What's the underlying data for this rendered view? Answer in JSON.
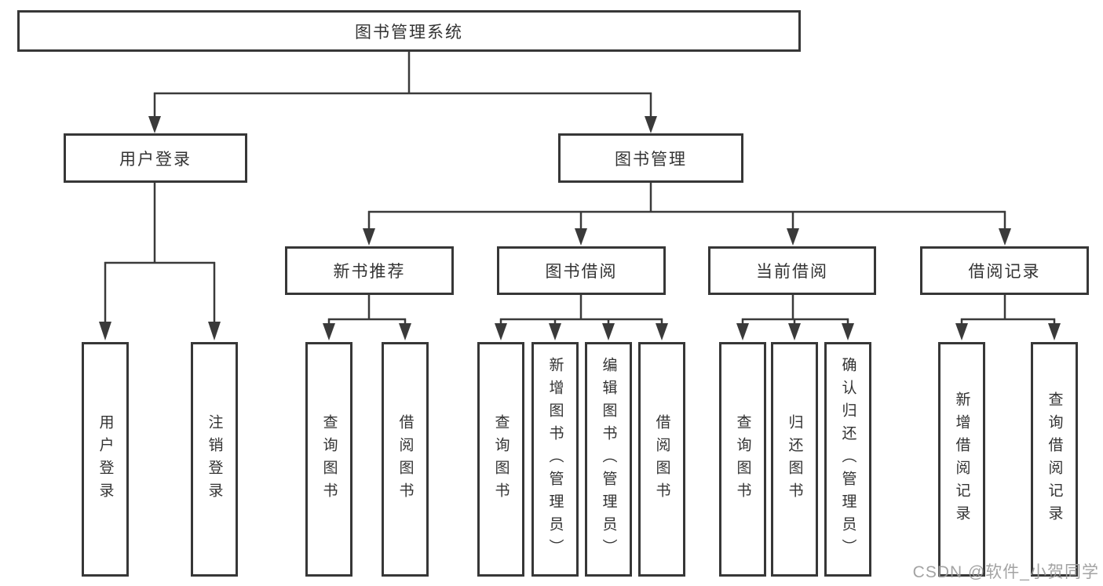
{
  "tree": {
    "root": {
      "label": "图书管理系统"
    },
    "children": [
      {
        "label": "用户登录",
        "children": [
          {
            "label": "用户登录"
          },
          {
            "label": "注销登录"
          }
        ]
      },
      {
        "label": "图书管理",
        "children": [
          {
            "label": "新书推荐",
            "children": [
              {
                "label": "查询图书"
              },
              {
                "label": "借阅图书"
              }
            ]
          },
          {
            "label": "图书借阅",
            "children": [
              {
                "label": "查询图书"
              },
              {
                "label": "新增图书（管理员）"
              },
              {
                "label": "编辑图书（管理员）"
              },
              {
                "label": "借阅图书"
              }
            ]
          },
          {
            "label": "当前借阅",
            "children": [
              {
                "label": "查询图书"
              },
              {
                "label": "归还图书"
              },
              {
                "label": "确认归还（管理员）"
              }
            ]
          },
          {
            "label": "借阅记录",
            "children": [
              {
                "label": "新增借阅记录"
              },
              {
                "label": "查询借阅记录"
              }
            ]
          }
        ]
      }
    ]
  },
  "watermark": {
    "text": "CSDN @软件_小贺同学"
  },
  "colors": {
    "line": "#3a3a3a",
    "text": "#333333",
    "background": "#ffffff",
    "watermark": "#9c9c9c"
  }
}
